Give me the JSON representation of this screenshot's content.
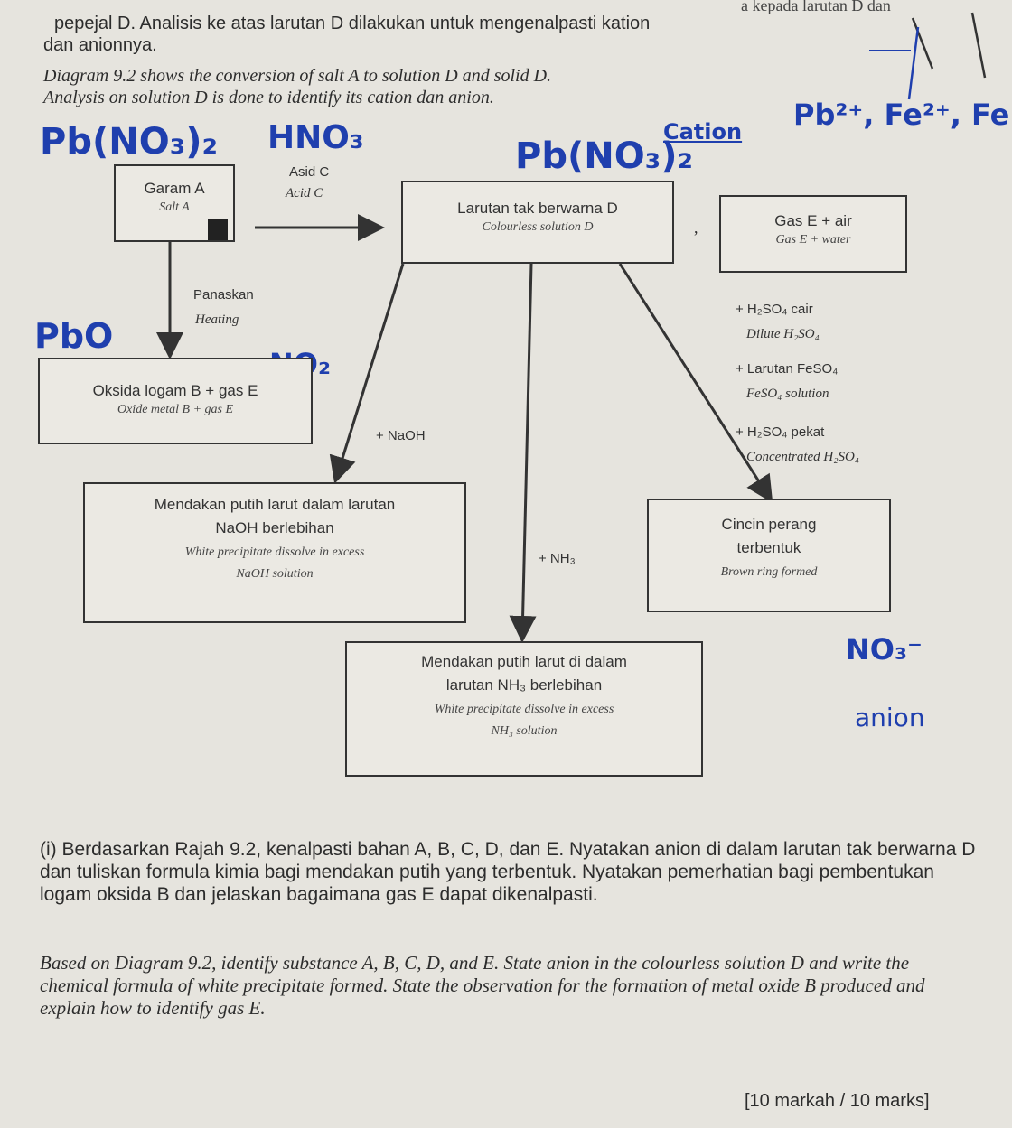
{
  "header": {
    "line0": "a kepada larutan D dan",
    "line1_malay": "pepejal D. Analisis ke atas larutan D dilakukan untuk mengenalpasti kation",
    "line2_malay": "dan anionnya.",
    "line3_english": "Diagram 9.2 shows the conversion of salt A to solution D and solid D.",
    "line4_english": "Analysis on solution D is done to identify its cation dan anion."
  },
  "handwriting": {
    "pbno3_top": "Pb(NO₃)₂",
    "hno3": "HNO₃",
    "pbno3_mid": "Pb(NO₃)₂",
    "cation": "Cation",
    "cations_list": "Pb²⁺, Fe²⁺, Fe",
    "pbo": "PbO",
    "no2": "NO₂",
    "nitrate": "NO₃⁻",
    "anion": "anion"
  },
  "boxes": {
    "salt_a": {
      "malay": "Garam A",
      "english": "Salt A"
    },
    "solution_d": {
      "malay": "Larutan tak berwarna D",
      "english": "Colourless solution D"
    },
    "gas_e": {
      "malay": "Gas E + air",
      "english": "Gas E + water"
    },
    "oxide_b": {
      "malay": "Oksida logam B + gas E",
      "english": "Oxide metal B + gas E"
    },
    "white_ppt_naoh": {
      "malay1": "Mendakan putih larut dalam larutan",
      "malay2": "NaOH berlebihan",
      "english1": "White precipitate dissolve in excess",
      "english2": "NaOH solution"
    },
    "brown_ring": {
      "malay1": "Cincin perang",
      "malay2": "terbentuk",
      "english": "Brown ring formed"
    },
    "white_ppt_nh3": {
      "malay1": "Mendakan putih larut di dalam",
      "malay2": "larutan NH₃ berlebihan",
      "english1": "White precipitate dissolve in excess",
      "english2": "NH₃ solution"
    }
  },
  "labels": {
    "acid_c_malay": "Asid C",
    "acid_c_english": "Acid C",
    "heat_malay": "Panaskan",
    "heat_english": "Heating",
    "naoh": "+ NaOH",
    "nh3": "+ NH₃",
    "h2so4_dilute_malay": "+ H₂SO₄ cair",
    "h2so4_dilute_english": "Dilute H₂SO₄",
    "feso4_malay": "+ Larutan FeSO₄",
    "feso4_english": "FeSO₄ solution",
    "h2so4_conc_malay": "+ H₂SO₄ pekat",
    "h2so4_conc_english": "Concentrated H₂SO₄"
  },
  "question": {
    "malay": "(i) Berdasarkan Rajah 9.2, kenalpasti bahan A, B, C, D, dan E. Nyatakan anion di dalam larutan tak berwarna D dan tuliskan formula kimia bagi mendakan putih yang terbentuk. Nyatakan pemerhatian bagi pembentukan logam oksida B dan jelaskan bagaimana gas E dapat dikenalpasti.",
    "english": "Based on Diagram 9.2, identify substance A, B, C, D, and E. State anion in the colourless solution D and write the chemical formula of white precipitate formed. State the observation for the formation of metal oxide B produced and explain how to identify gas E.",
    "marks": "[10 markah / 10 marks]"
  }
}
